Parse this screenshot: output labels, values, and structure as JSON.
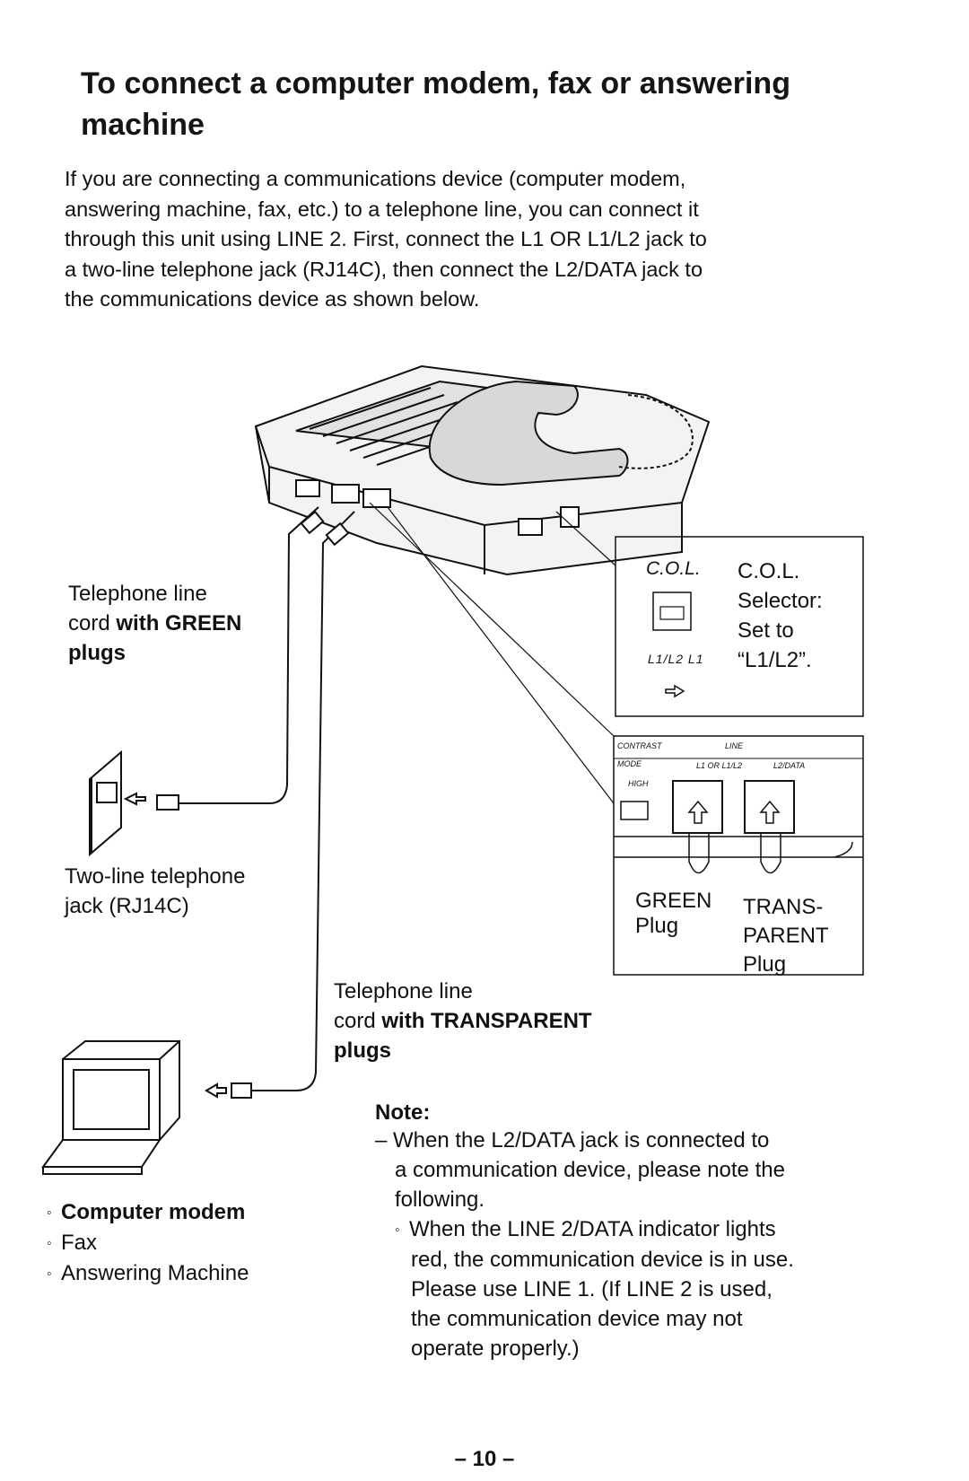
{
  "title": {
    "line1": "To connect a computer modem, fax or answering",
    "line2": "machine"
  },
  "intro": [
    "If you are connecting a communications device (computer modem,",
    "answering machine, fax, etc.) to a telephone line, you can connect it",
    "through this unit using LINE 2. First, connect the L1 OR L1/L2 jack to",
    "a two-line telephone jack (RJ14C), then connect the L2/DATA jack to",
    "the communications device as shown below."
  ],
  "green_cord": {
    "line1": "Telephone line",
    "line2_pre": "cord ",
    "line2_bold": "with GREEN",
    "line3": "plugs"
  },
  "wall_jack": {
    "line1": "Two-line telephone",
    "line2": "jack (RJ14C)"
  },
  "col_box": {
    "small_label": "C.O.L.",
    "ports": "L1/L2  L1",
    "line1": "C.O.L.",
    "line2": "Selector:",
    "line3": "Set to",
    "line4": "“L1/L2”."
  },
  "jack_box": {
    "panel_labels": [
      "CONTRAST",
      "MODE",
      "LINE",
      "L1 OR L1/L2",
      "L2/DATA",
      "HIGH"
    ],
    "green_plug_1": "GREEN",
    "green_plug_2": "Plug",
    "transparent_1": "TRANS-",
    "transparent_2": "PARENT",
    "transparent_3": "Plug"
  },
  "transparent_cord": {
    "line1": "Telephone line",
    "line2_pre": "cord ",
    "line2_bold": "with TRANSPARENT",
    "line3": "plugs"
  },
  "devices": [
    "Computer modem",
    "Fax",
    "Answering Machine"
  ],
  "note": {
    "heading": "Note:",
    "lines": [
      "– When the L2/DATA jack is connected to",
      "a communication device, please note the",
      "following.",
      "When the LINE 2/DATA indicator lights",
      "red, the communication device is in use.",
      "Please use LINE 1. (If LINE 2 is used,",
      "the communication device may not",
      "operate properly.)"
    ]
  },
  "page_number": "– 10 –"
}
